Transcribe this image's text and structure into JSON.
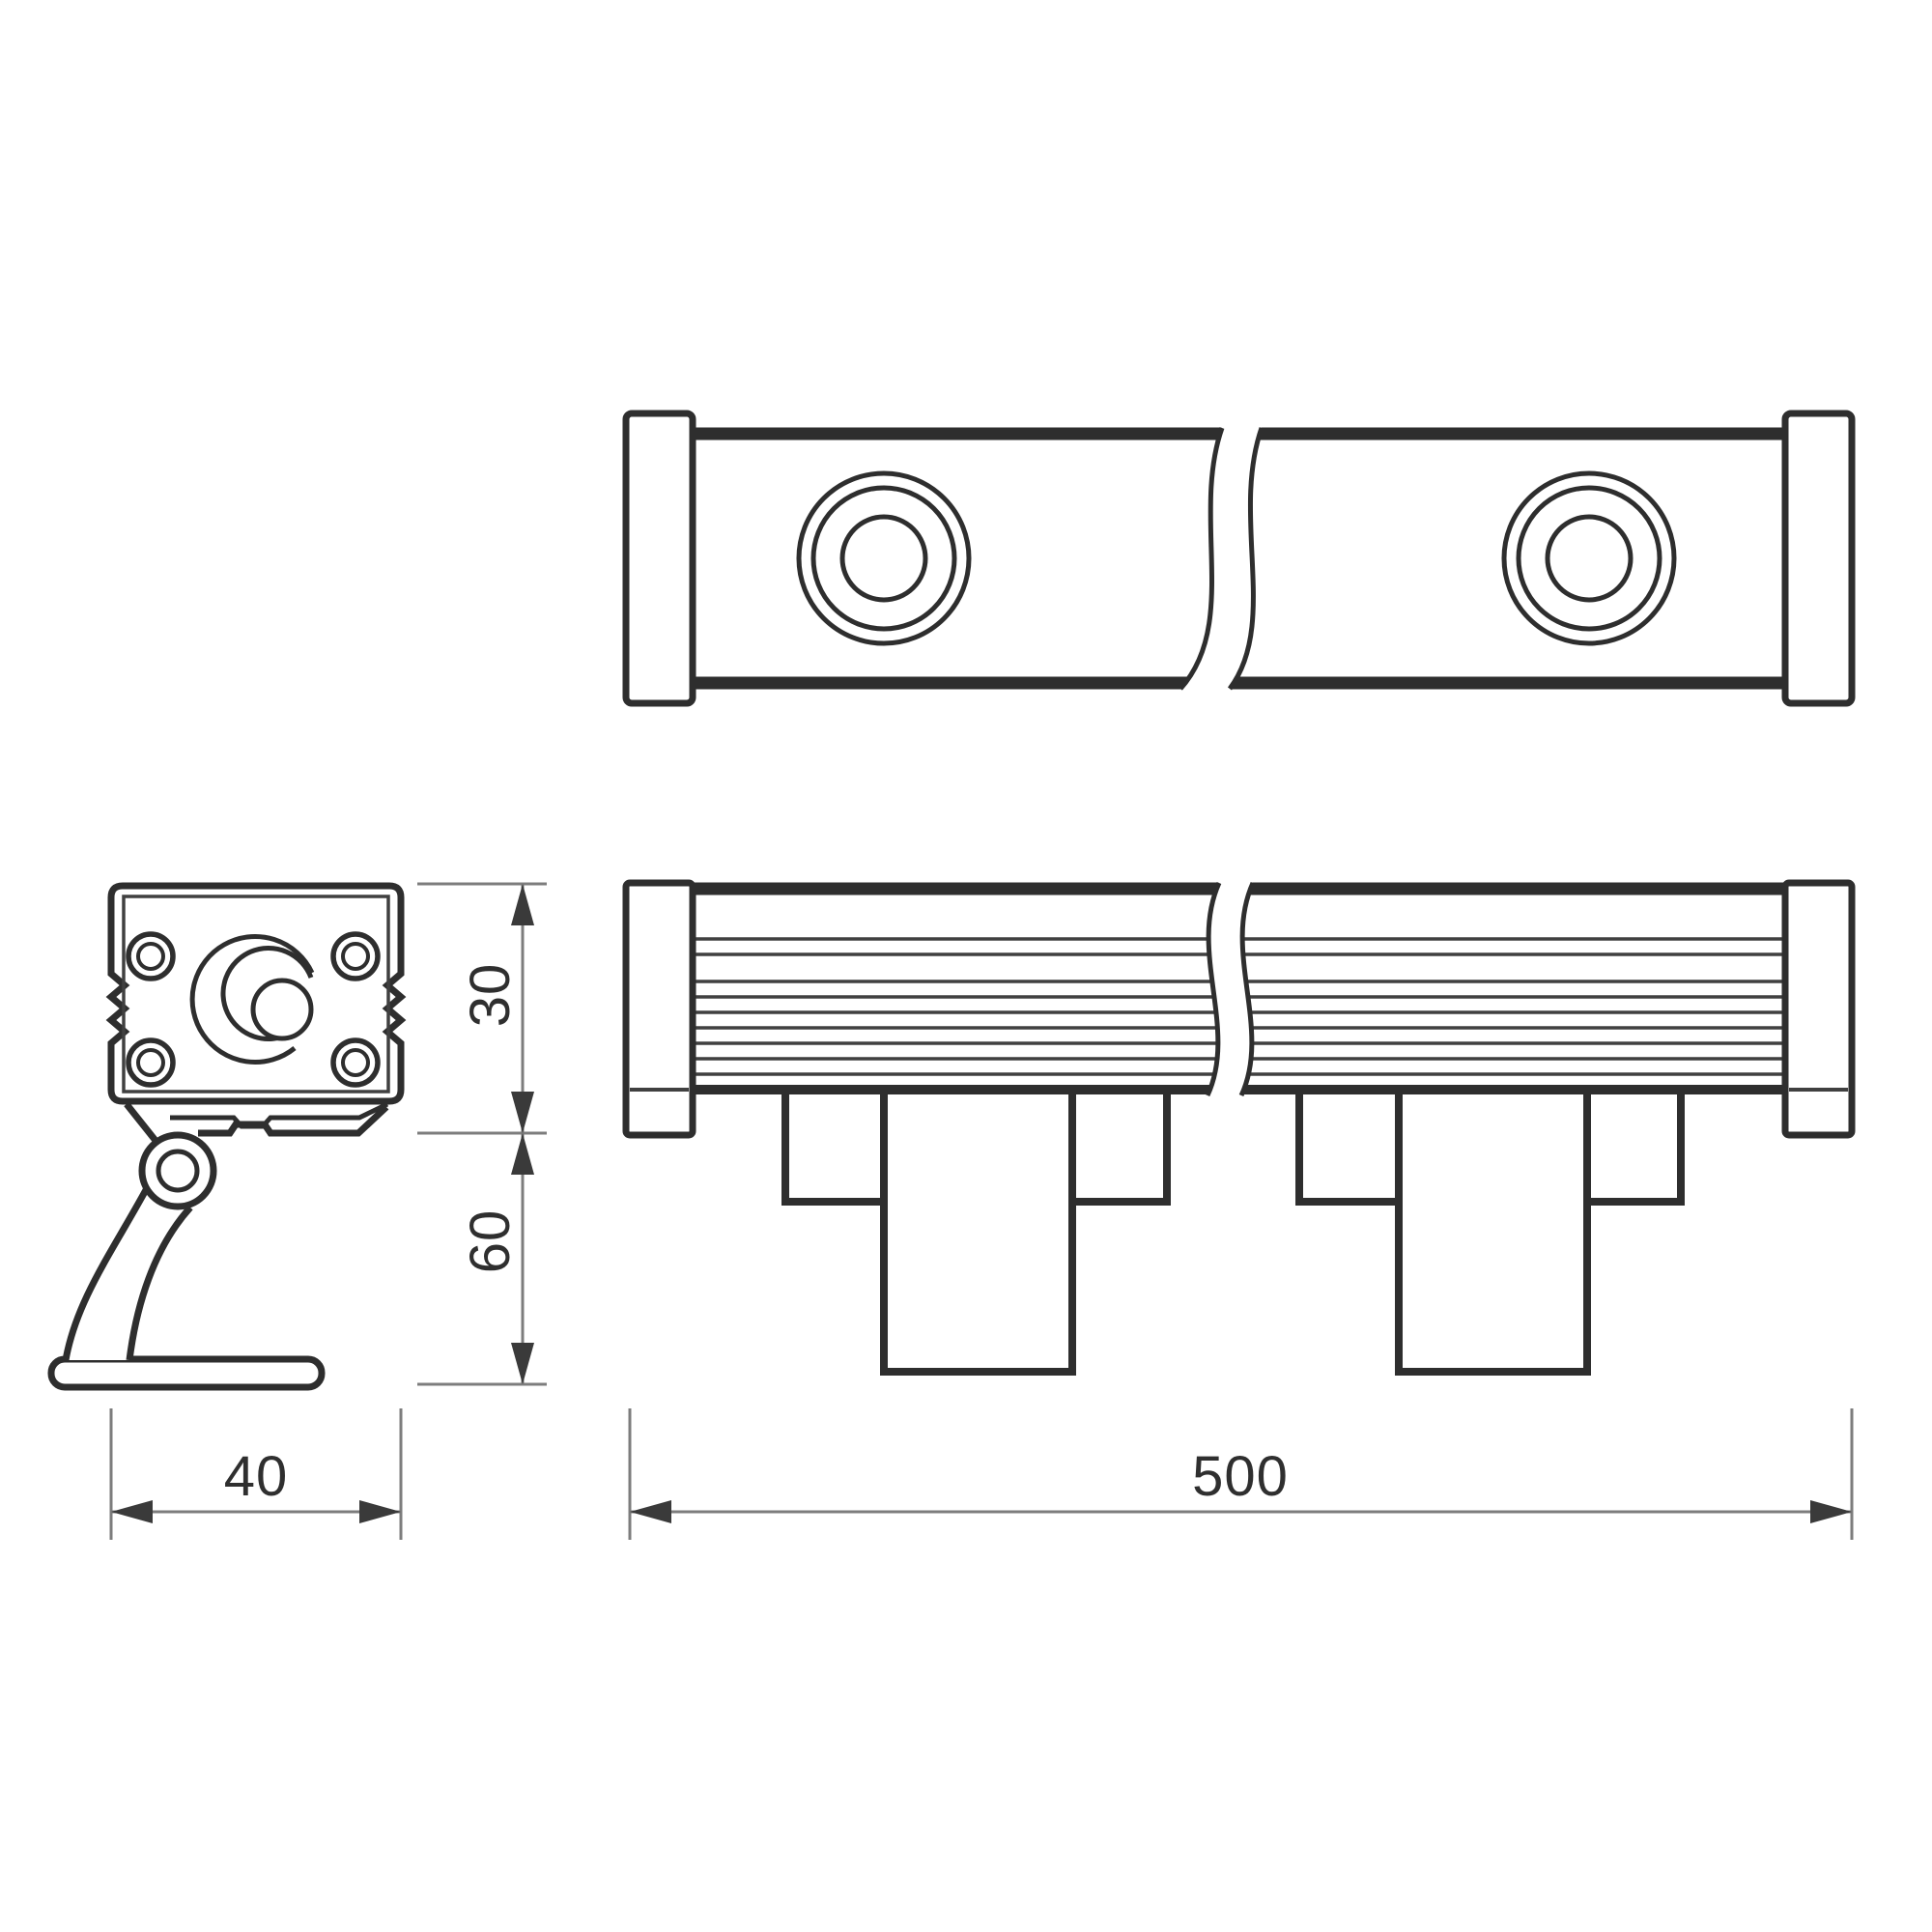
{
  "drawing": {
    "dimensions": {
      "body_height": "30",
      "bracket_height": "60",
      "body_width": "40",
      "overall_length": "500"
    },
    "colors": {
      "line": "#2e2e2e",
      "thin_line": "#404040",
      "dim_line": "#7d7d7d",
      "arrow": "#3a3a3a",
      "text": "#2f2f2f",
      "background": "#ffffff"
    }
  }
}
